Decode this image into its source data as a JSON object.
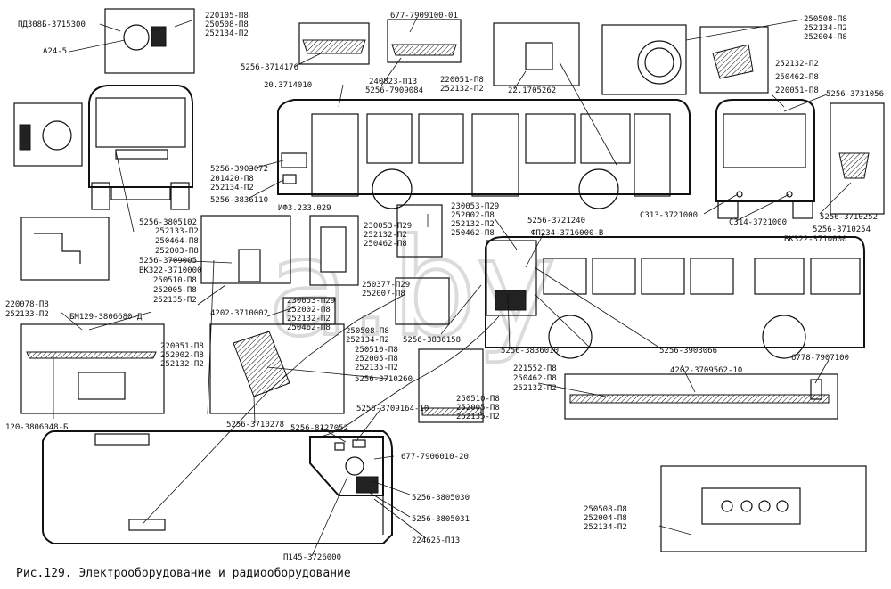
{
  "caption": "Рис.129. Электрооборудование и радиооборудование",
  "watermark": "a.by",
  "labels": {
    "pd": "ПД308Б-3715300",
    "a24": "А24-5",
    "k1a": "220105-П8",
    "k1b": "250508-П8",
    "k1c": "252134-П2",
    "v5256_3714176": "5256-3714176",
    "v677_7909100": "677-7909100-01",
    "v240823": "240823-П13",
    "v5256_7909084": "5256-7909084",
    "v20_3714010": "20.3714010",
    "k2a": "220051-П8",
    "k2b": "252132-П2",
    "v22_1705262": "22.1705262",
    "k3a": "250508-П8",
    "k3b": "252134-П2",
    "k3c": "252004-П8",
    "k4a": "252132-П2",
    "k4b": "250462-П8",
    "k4c": "220051-П8",
    "v5256_3731056": "5256-3731056",
    "v5256_3903072": "5256-3903072",
    "k5a": "201420-П8",
    "k5b": "252134-П2",
    "v5256_3836110": "5256-3836110",
    "ifz": "ИФЗ.233.029",
    "c313": "С313-3721000",
    "c314": "С314-3721000",
    "v5256_3710252": "5256-3710252",
    "v5256_3710254": "5256-3710254",
    "vk322": "ВК322-3710000",
    "v5256_3805102": "5256-3805102",
    "k6a": "252133-П2",
    "k6b": "250464-П8",
    "k6c": "252003-П8",
    "v5256_3709005": "5256-3709005",
    "vk322b": "ВК322-3710000",
    "k7a": "250510-П8",
    "k7b": "252005-П8",
    "k7c": "252135-П2",
    "k8a": "230053-П29",
    "k8b": "252132-П2",
    "k8c": "250462-П8",
    "k9a": "230053-П29",
    "k9b": "252002-П8",
    "k9c": "252132-П2",
    "k9d": "250462-П8",
    "v5256_3721240": "5256-3721240",
    "fp234": "ФП234-3716000-В",
    "k10a": "250377-П29",
    "k10b": "252007-П8",
    "k11a": "230053-П29",
    "k11b": "252002-П8",
    "k11c": "252132-П2",
    "k11d": "250462-П8",
    "v4202_3710002": "4202-3710002",
    "k12a": "220078-П8",
    "k12b": "252133-П2",
    "bm129": "БМ129-3806680-Д",
    "k13a": "220051-П8",
    "k13b": "252002-П8",
    "k13c": "252132-П2",
    "k14a": "250508-П8",
    "k14b": "252134-П2",
    "v5256_3836158": "5256-3836158",
    "k15a": "250510-П8",
    "k15b": "252005-П8",
    "k15c": "252135-П2",
    "v5256_3710260": "5256-3710260",
    "v5256_3836010": "5256-3836010",
    "v5256_3903066": "5256-3903066",
    "k16a": "221552-П8",
    "k16b": "250462-П8",
    "k16c": "252132-П2",
    "v4202_3709562": "4202-3709562-10",
    "v6778": "6778-7907100",
    "k17a": "250510-П8",
    "k17b": "252005-П8",
    "k17c": "252135-П2",
    "v120": "120-3806048-Б",
    "v5256_3710278": "5256-3710278",
    "v5256_8127052": "5256-8127052",
    "v5256_3709164": "5256-3709164-10",
    "v677_7906010": "677-7906010-20",
    "v5256_3805030": "5256-3805030",
    "v5256_3805031": "5256-3805031",
    "v224625": "224625-П13",
    "p145": "П145-3726000",
    "k18a": "250508-П8",
    "k18b": "252004-П8",
    "k18c": "252134-П2"
  }
}
